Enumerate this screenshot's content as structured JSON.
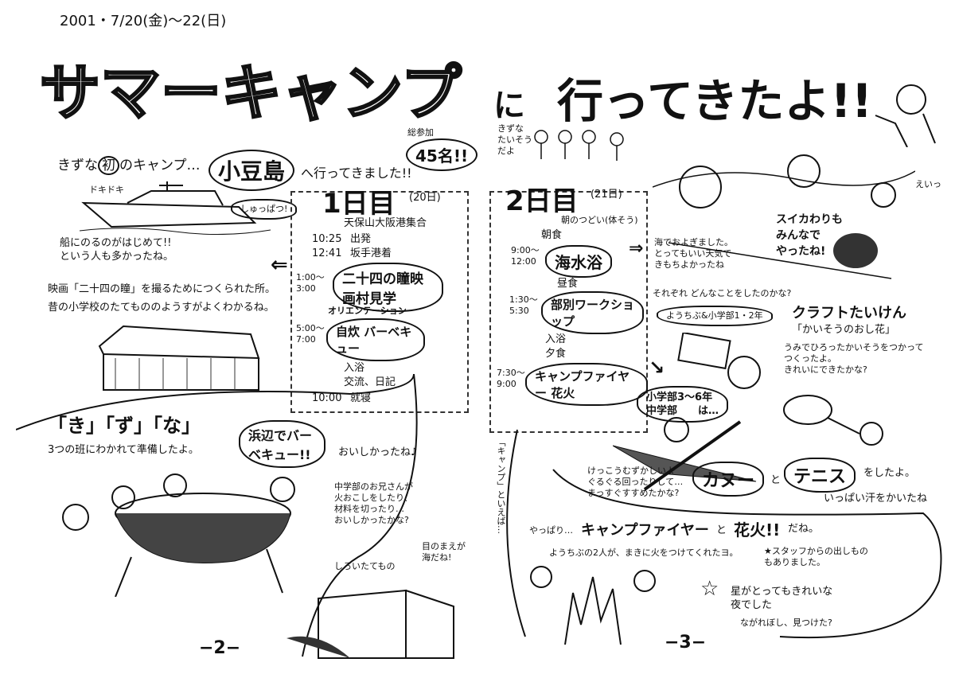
{
  "header": {
    "date": "2001・7/20(金)〜22(日)",
    "title": "サマーキャンプ",
    "title_suffix_ni": "に",
    "title_suffix": "行ってきたよ!!"
  },
  "left_page": {
    "intro_prefix": "きずな",
    "intro_circled": "初",
    "intro_mid": "のキャンプ…",
    "island": "小豆島",
    "intro_end": "へ行ってきました!!",
    "participants_label": "総参加",
    "participants": "45名!!",
    "boat_sfx": "ドキドキ",
    "departure": "しゅっぱつ!",
    "boat_comment": "船にのるのがはじめて!!\nという人も多かったね。",
    "movie_comment_1": "映画「二十四の瞳」を撮るためにつくられた所。",
    "movie_comment_2": "昔の小学校のたてもののようすがよくわかるね。",
    "day1": {
      "title": "1日目",
      "date": "(20日)",
      "items": [
        {
          "time": "",
          "text": "天保山大阪港集合"
        },
        {
          "time": "10:25",
          "text": "出発"
        },
        {
          "time": "12:41",
          "text": "坂手港着"
        },
        {
          "time": "1:00〜3:00",
          "text": "二十四の瞳映画村見学"
        },
        {
          "time": "",
          "text": "オリエンテーション"
        },
        {
          "time": "5:00〜7:00",
          "text": "自炊 バーベキュー"
        },
        {
          "time": "",
          "text": "入浴"
        },
        {
          "time": "",
          "text": "交流、日記"
        },
        {
          "time": "10:00",
          "text": "就寝"
        }
      ]
    },
    "groups_title": "「き」「ず」「な」",
    "groups_text": "3つの班にわかれて準備したよ。",
    "bbq_bubble": "浜辺でバーベキュー!!",
    "bbq_yum": "おいしかったね♪",
    "bbq_comment": "中学部のお兄さんが\n火おこしをしたり、\n材料を切ったり…\nおいしかったかな?",
    "white_building": "しろいたてもの",
    "sea_front": "目のまえが海だね!",
    "page_number": "−2−"
  },
  "right_page": {
    "exercise_note": "きずな\nたいそう\nだよ",
    "day2": {
      "title": "2日目",
      "date": "(21日)",
      "items": [
        {
          "time": "",
          "text": "朝のつどい(体そう)"
        },
        {
          "time": "",
          "text": "朝食"
        },
        {
          "time": "9:00〜12:00",
          "text": "海水浴"
        },
        {
          "time": "",
          "text": "昼食"
        },
        {
          "time": "1:30〜5:30",
          "text": "部別ワークショップ"
        },
        {
          "time": "",
          "text": "入浴"
        },
        {
          "time": "",
          "text": "夕食"
        },
        {
          "time": "7:30〜9:00",
          "text": "キャンプファイヤー 花火"
        }
      ]
    },
    "swim_comment": "海でおよぎました。\nとってもいい天気で\nきもちよかったね",
    "watermelon": "スイカわりも\nみんなで\nやったね!",
    "watermelon_sfx": "えいっ",
    "workshop_question": "それぞれ どんなことをしたのかな?",
    "young_group": "ようちぶ&小学部1・2年",
    "craft_title": "クラフトたいけん",
    "craft_name": "「かいそうのおし花」",
    "craft_comment": "うみでひろったかいそうをつかって\nつくったよ。\nきれいにできたかな?",
    "older_group": "小学部3〜6年\n中学部　　は…",
    "canoe": "カヌー",
    "and": "と",
    "tennis": "テニス",
    "did": "をしたよ。",
    "sweat": "いっぱい汗をかいたね",
    "canoe_comment": "けっこうむずかしいよ\nぐるぐる回ったりして…\nまっすぐすすめたかな?",
    "camp_is": "「キャンプ」といえば…",
    "after_all": "やっぱり…",
    "campfire": "キャンプファイヤー",
    "fireworks": "花火!!",
    "dane": "だね。",
    "fire_comment": "ようちぶの2人が、まきに火をつけてくれたヨ。",
    "staff_show": "★スタッフからの出しもの\nもありました。",
    "star_comment": "星がとってもきれいな\n夜でした",
    "shooting_star": "ながれぼし、見つけた?",
    "page_number": "−3−"
  }
}
